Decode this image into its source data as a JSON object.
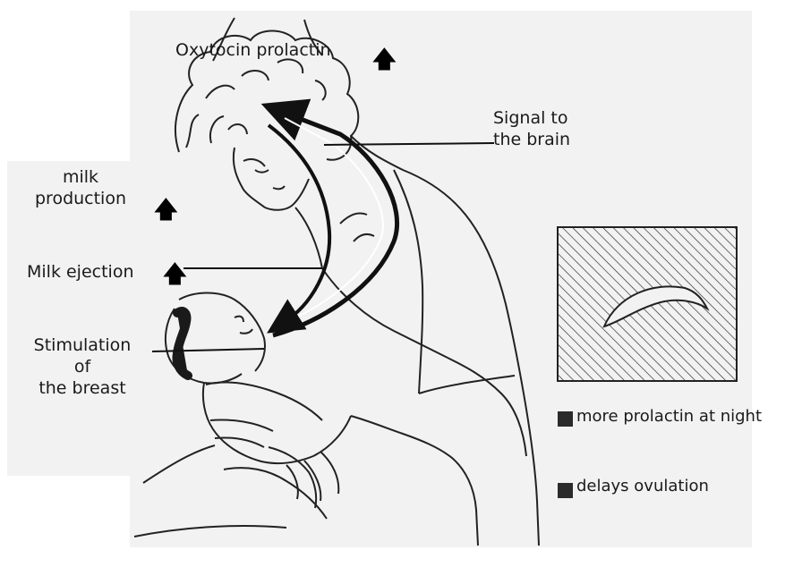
{
  "labels": {
    "hormones": "Oxytocin prolactin",
    "signal": "Signal to the brain",
    "milk_production_line1": "milk",
    "milk_production_line2": "production",
    "milk_ejection": "Milk ejection",
    "stimulation_line1": "Stimulation",
    "stimulation_line2": "of",
    "stimulation_line3": "the breast",
    "legend_night": "more prolactin at night",
    "legend_ovulation": "delays ovulation"
  },
  "icons": {
    "increase": "up-arrow-icon",
    "night": "moon-icon"
  },
  "colors": {
    "background": "#ffffff",
    "panel": "#f2f2f2",
    "ink": "#1a1a1a",
    "legend_square": "#2b2b2b"
  }
}
